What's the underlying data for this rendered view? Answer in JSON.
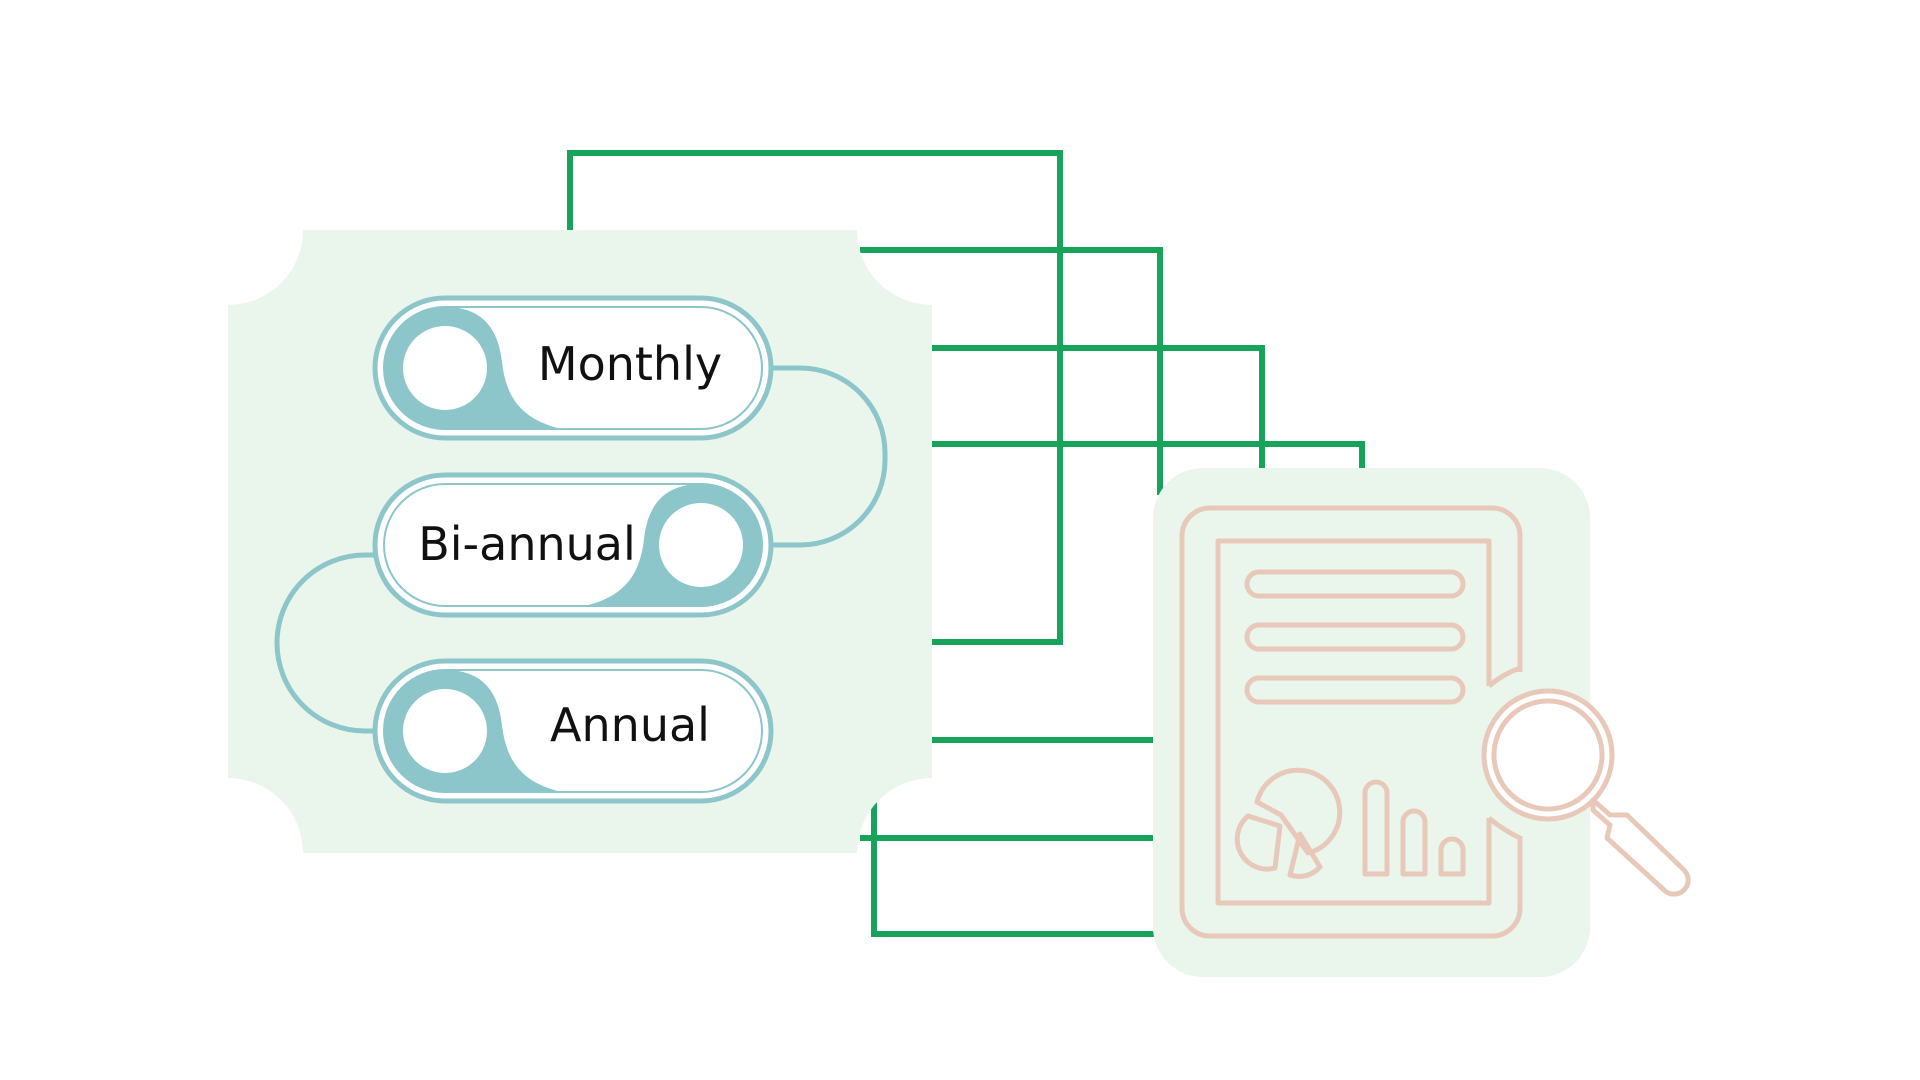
{
  "options": [
    {
      "label": "Monthly"
    },
    {
      "label": "Bi-annual"
    },
    {
      "label": "Annual"
    }
  ],
  "colors": {
    "panel_bg": "#eaf5ec",
    "connector": "#17a35a",
    "pill_stroke": "#8cc5ca",
    "report_stroke": "#e8c9b9",
    "text": "#111111"
  },
  "icons": {
    "report": "report-document-icon",
    "magnifier": "magnifier-icon",
    "pie_chart": "pie-chart-icon",
    "bar_chart": "bar-chart-icon"
  }
}
